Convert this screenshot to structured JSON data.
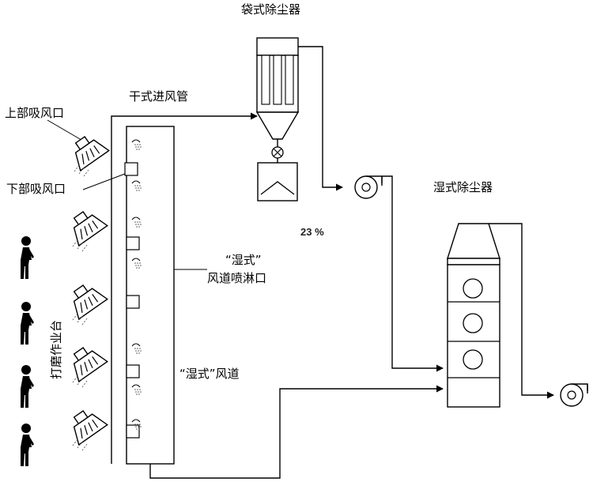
{
  "labels": {
    "bag_filter": "袋式除尘器",
    "dry_duct": "干式进风管",
    "upper_intake": "上部吸风口",
    "lower_intake": "下部吸风口",
    "wet_collector": "湿式除尘器",
    "spray_line1": "“湿式”",
    "spray_line2": "风道喷淋口",
    "wet_duct": "“湿式”风道",
    "workstation": "打磨作业台",
    "percent": "23 %"
  },
  "icons": {
    "hood": "suction-hood-icon",
    "spray": "spray-nozzle-icon",
    "worker": "worker-icon",
    "fan": "centrifugal-fan-icon"
  },
  "colors": {
    "line": "#000000",
    "background": "#ffffff"
  }
}
